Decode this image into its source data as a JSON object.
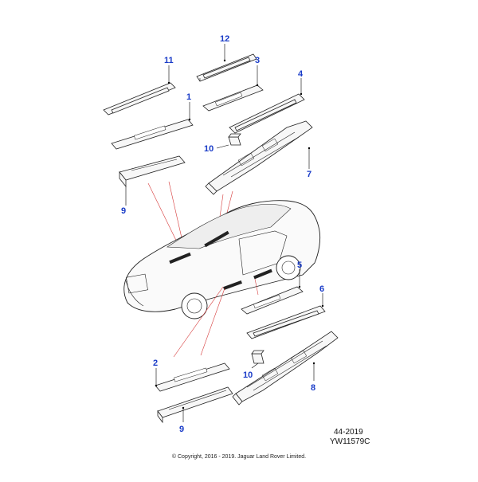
{
  "diagram": {
    "callouts": [
      "12",
      "11",
      "3",
      "1",
      "4",
      "10",
      "7",
      "9",
      "5",
      "6",
      "2",
      "10",
      "8",
      "9"
    ],
    "reference_number": "44-2019",
    "reference_code": "YW11579C",
    "copyright": "© Copyright, 2016 - 2019. Jaguar Land Rover Limited."
  }
}
